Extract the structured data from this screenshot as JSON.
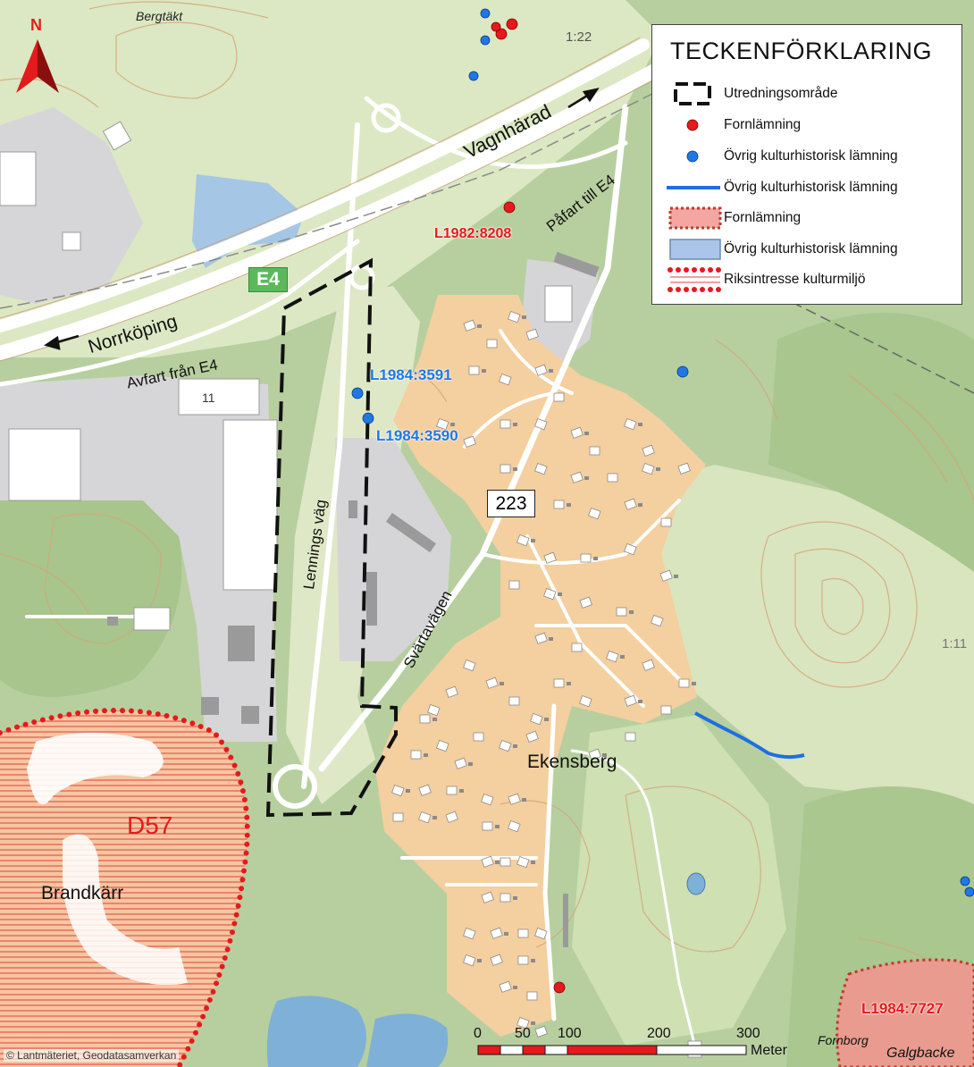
{
  "map": {
    "north_label": "N",
    "legend": {
      "title": "TECKENFÖRKLARING",
      "items": [
        {
          "label": "Utredningsområde",
          "symbol": "dashed-polygon"
        },
        {
          "label": "Fornlämning",
          "symbol": "red-dot",
          "color": "#e41a1c"
        },
        {
          "label": "Övrig kulturhistorisk lämning",
          "symbol": "blue-dot",
          "color": "#1f78e4"
        },
        {
          "label": "Övrig kulturhistorisk lämning",
          "symbol": "blue-line",
          "color": "#1f6fe0"
        },
        {
          "label": "Fornlämning",
          "symbol": "red-dotted-polygon",
          "color": "#f4a6a0"
        },
        {
          "label": "Övrig kulturhistorisk lämning",
          "symbol": "blue-polygon",
          "color": "#a9c6ea"
        },
        {
          "label": "Riksintresse kulturmiljö",
          "symbol": "red-hatched-dots",
          "color": "#e41a1c"
        }
      ]
    },
    "labels": {
      "bergtakt": "Bergtäkt",
      "ref_122": "1:22",
      "vagnharad": "Vagnhärad",
      "pafart": "Påfart till E4",
      "norrkoping": "Norrköping",
      "avfart": "Avfart från E4",
      "e4": "E4",
      "l1982": "L1982:8208",
      "l1984_3591": "L1984:3591",
      "l1984_3590": "L1984:3590",
      "road_223": "223",
      "lennings": "Lennings väg",
      "svartavagen": "Svärtavägen",
      "num_11": "11",
      "ekensberg": "Ekensberg",
      "d57": "D57",
      "brandkarr": "Brandkärr",
      "ref_111": "1:11",
      "l1984_7727": "L1984:7727",
      "fornborg": "Fornborg",
      "galgbacke": "Galgbacke"
    },
    "scalebar": {
      "ticks": [
        "0",
        "50",
        "100",
        "200",
        "300"
      ],
      "unit": "Meter"
    },
    "copyright": "© Lantmäteriet, Geodatasamverkan",
    "colors": {
      "forest": "#a9c78f",
      "open": "#dfe8c6",
      "residential": "#f3cf9d",
      "industrial": "#d7d7d9",
      "water": "#8fb9e0",
      "road": "#ffffff",
      "red": "#e41a1c",
      "blue": "#1f78e4"
    }
  }
}
